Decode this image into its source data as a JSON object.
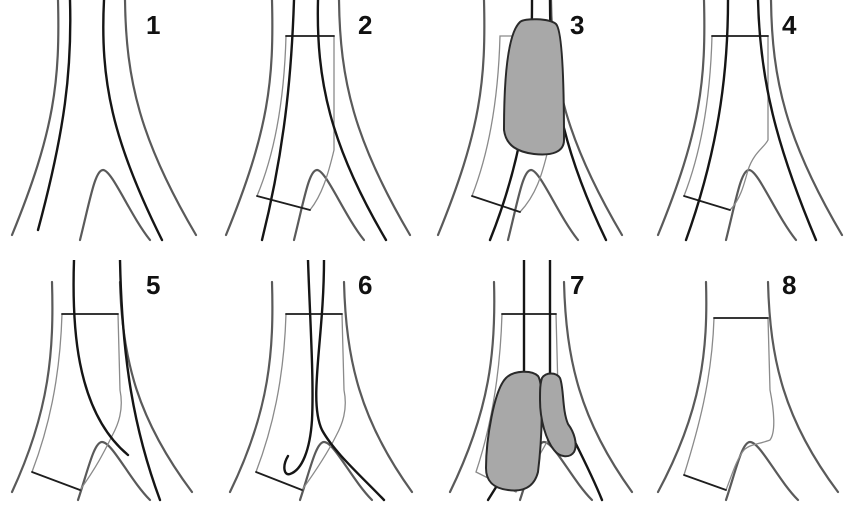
{
  "panels": [
    {
      "label": "1"
    },
    {
      "label": "2"
    },
    {
      "label": "3"
    },
    {
      "label": "4"
    },
    {
      "label": "5"
    },
    {
      "label": "6"
    },
    {
      "label": "7"
    },
    {
      "label": "8"
    }
  ],
  "colors": {
    "vessel_wall": "#5a5a5a",
    "guidewire": "#151515",
    "stent_outline": "#8a8a8a",
    "balloon_fill": "#a8a8a8",
    "background": "#ffffff"
  }
}
